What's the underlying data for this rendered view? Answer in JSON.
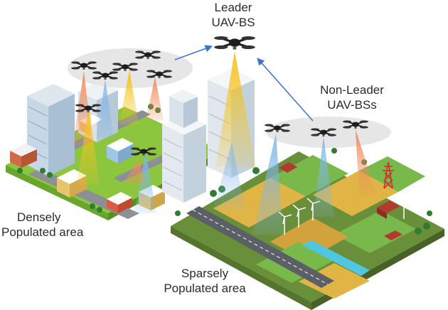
{
  "labels": {
    "leader_line1": "Leader",
    "leader_line2": "UAV-BS",
    "nonleader_line1": "Non-Leader",
    "nonleader_line2": "UAV-BSs",
    "dense_line1": "Densely",
    "dense_line2": "Populated area",
    "sparse_line1": "Sparsely",
    "sparse_line2": "Populated area"
  },
  "colors": {
    "beam_yellow": "#f5c21a",
    "beam_blue": "#7fb6e8",
    "beam_orange": "#f08a5a",
    "arrow_blue": "#3f73c9",
    "grass_dense": "#8cc63f",
    "field_green": "#79b84a",
    "field_yellow": "#e0b545",
    "road": "#5b5f66",
    "river": "#4fc7e0",
    "building_white": "#eef2f5",
    "building_blue": "#c8d7e6",
    "cloud_gray": "#e6e6e6"
  },
  "icons": [
    "drone-icon",
    "building-icon",
    "tower-icon",
    "wind-turbine-icon",
    "tree-icon"
  ]
}
